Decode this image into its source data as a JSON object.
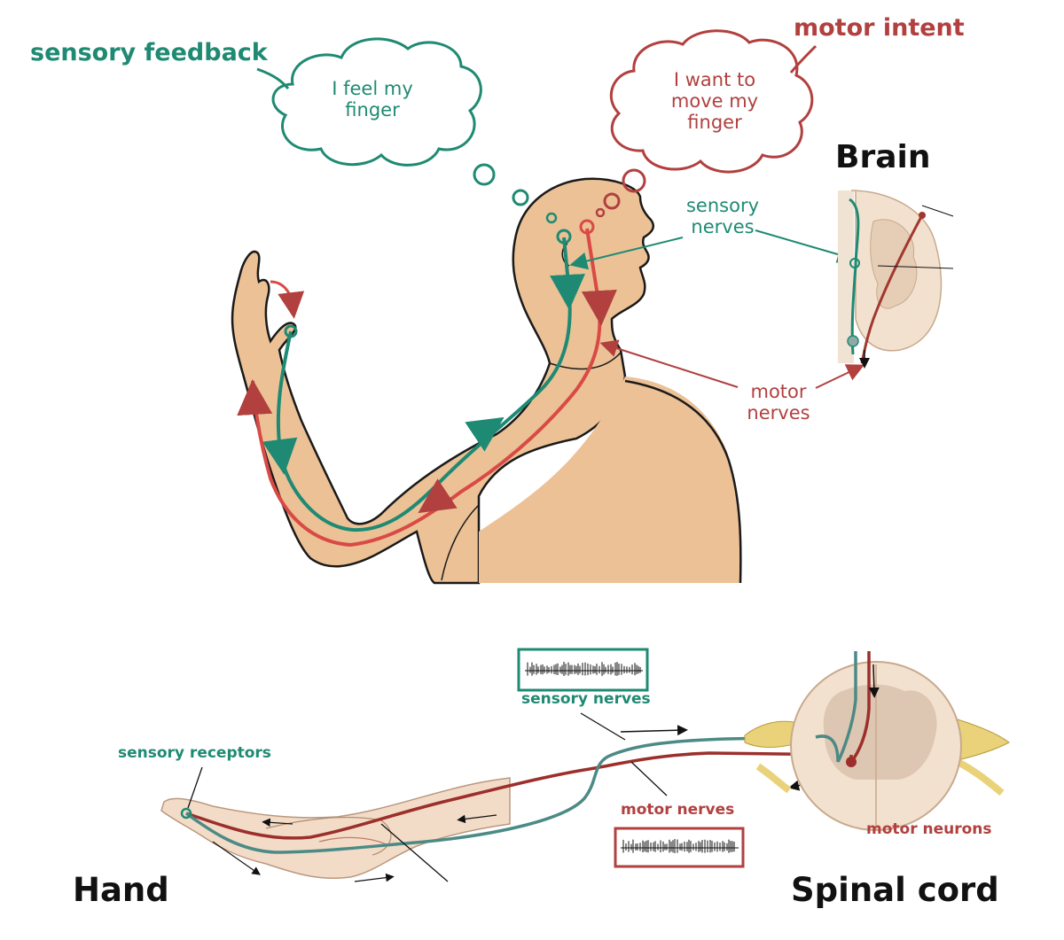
{
  "labels": {
    "sensory_feedback": "sensory feedback",
    "motor_intent": "motor intent",
    "thought_sensory": [
      "I feel my",
      "finger"
    ],
    "thought_motor": [
      "I want to",
      "move my",
      "finger"
    ],
    "brain": "Brain",
    "sensory_nerves_upper": [
      "sensory",
      "nerves"
    ],
    "motor_nerves_upper": [
      "motor",
      "nerves"
    ],
    "sensory_nerves_lower": "sensory nerves",
    "motor_nerves_lower": "motor nerves",
    "sensory_receptors": "sensory receptors",
    "motor_neurons": "motor neurons",
    "hand": "Hand",
    "spinal_cord": "Spinal cord"
  },
  "colors": {
    "sensory": "#1f8a73",
    "motor": "#b1403f",
    "skin": "#ecc196",
    "outline": "#1a1a1a",
    "tissue": "#f3e1cf",
    "grey_matter": "#d9c2ad",
    "nerve_yellow": "#e9d27a"
  }
}
